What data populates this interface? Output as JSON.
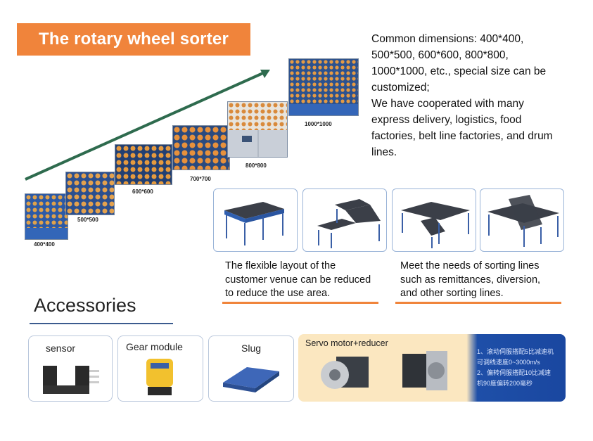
{
  "title": "The rotary wheel sorter",
  "intro": {
    "line1": "Common dimensions: 400*400,",
    "line2": "500*500, 600*600, 800*800,",
    "line3": "1000*1000, etc., special size can be",
    "line4": "customized;",
    "line5": "We have cooperated with many",
    "line6": "express delivery, logistics, food",
    "line7": "factories, belt line factories, and drum",
    "line8": "lines."
  },
  "sizes": [
    "400*400",
    "500*500",
    "600*600",
    "700*700",
    "800*800",
    "1000*1000"
  ],
  "captions": {
    "left": [
      "The flexible layout of the",
      "customer venue can be reduced",
      "to reduce the use area."
    ],
    "right": [
      "Meet the needs of sorting lines",
      "such as remittances, diversion,",
      "and other sorting lines."
    ]
  },
  "accessories": {
    "heading": "Accessories",
    "sensor": "sensor",
    "gear": "Gear module",
    "slug": "Slug",
    "servo": "Servo motor+reducer",
    "servo_notes": [
      "1、滚动伺服搭配5比减速机",
      "可调线速度0~3000m/s",
      "2、偏转伺服搭配10比减速",
      "机90度偏转200毫秒"
    ]
  },
  "colors": {
    "accent": "#f0843b",
    "arrow": "#2e6b4e",
    "frame": "#3d64b0"
  }
}
